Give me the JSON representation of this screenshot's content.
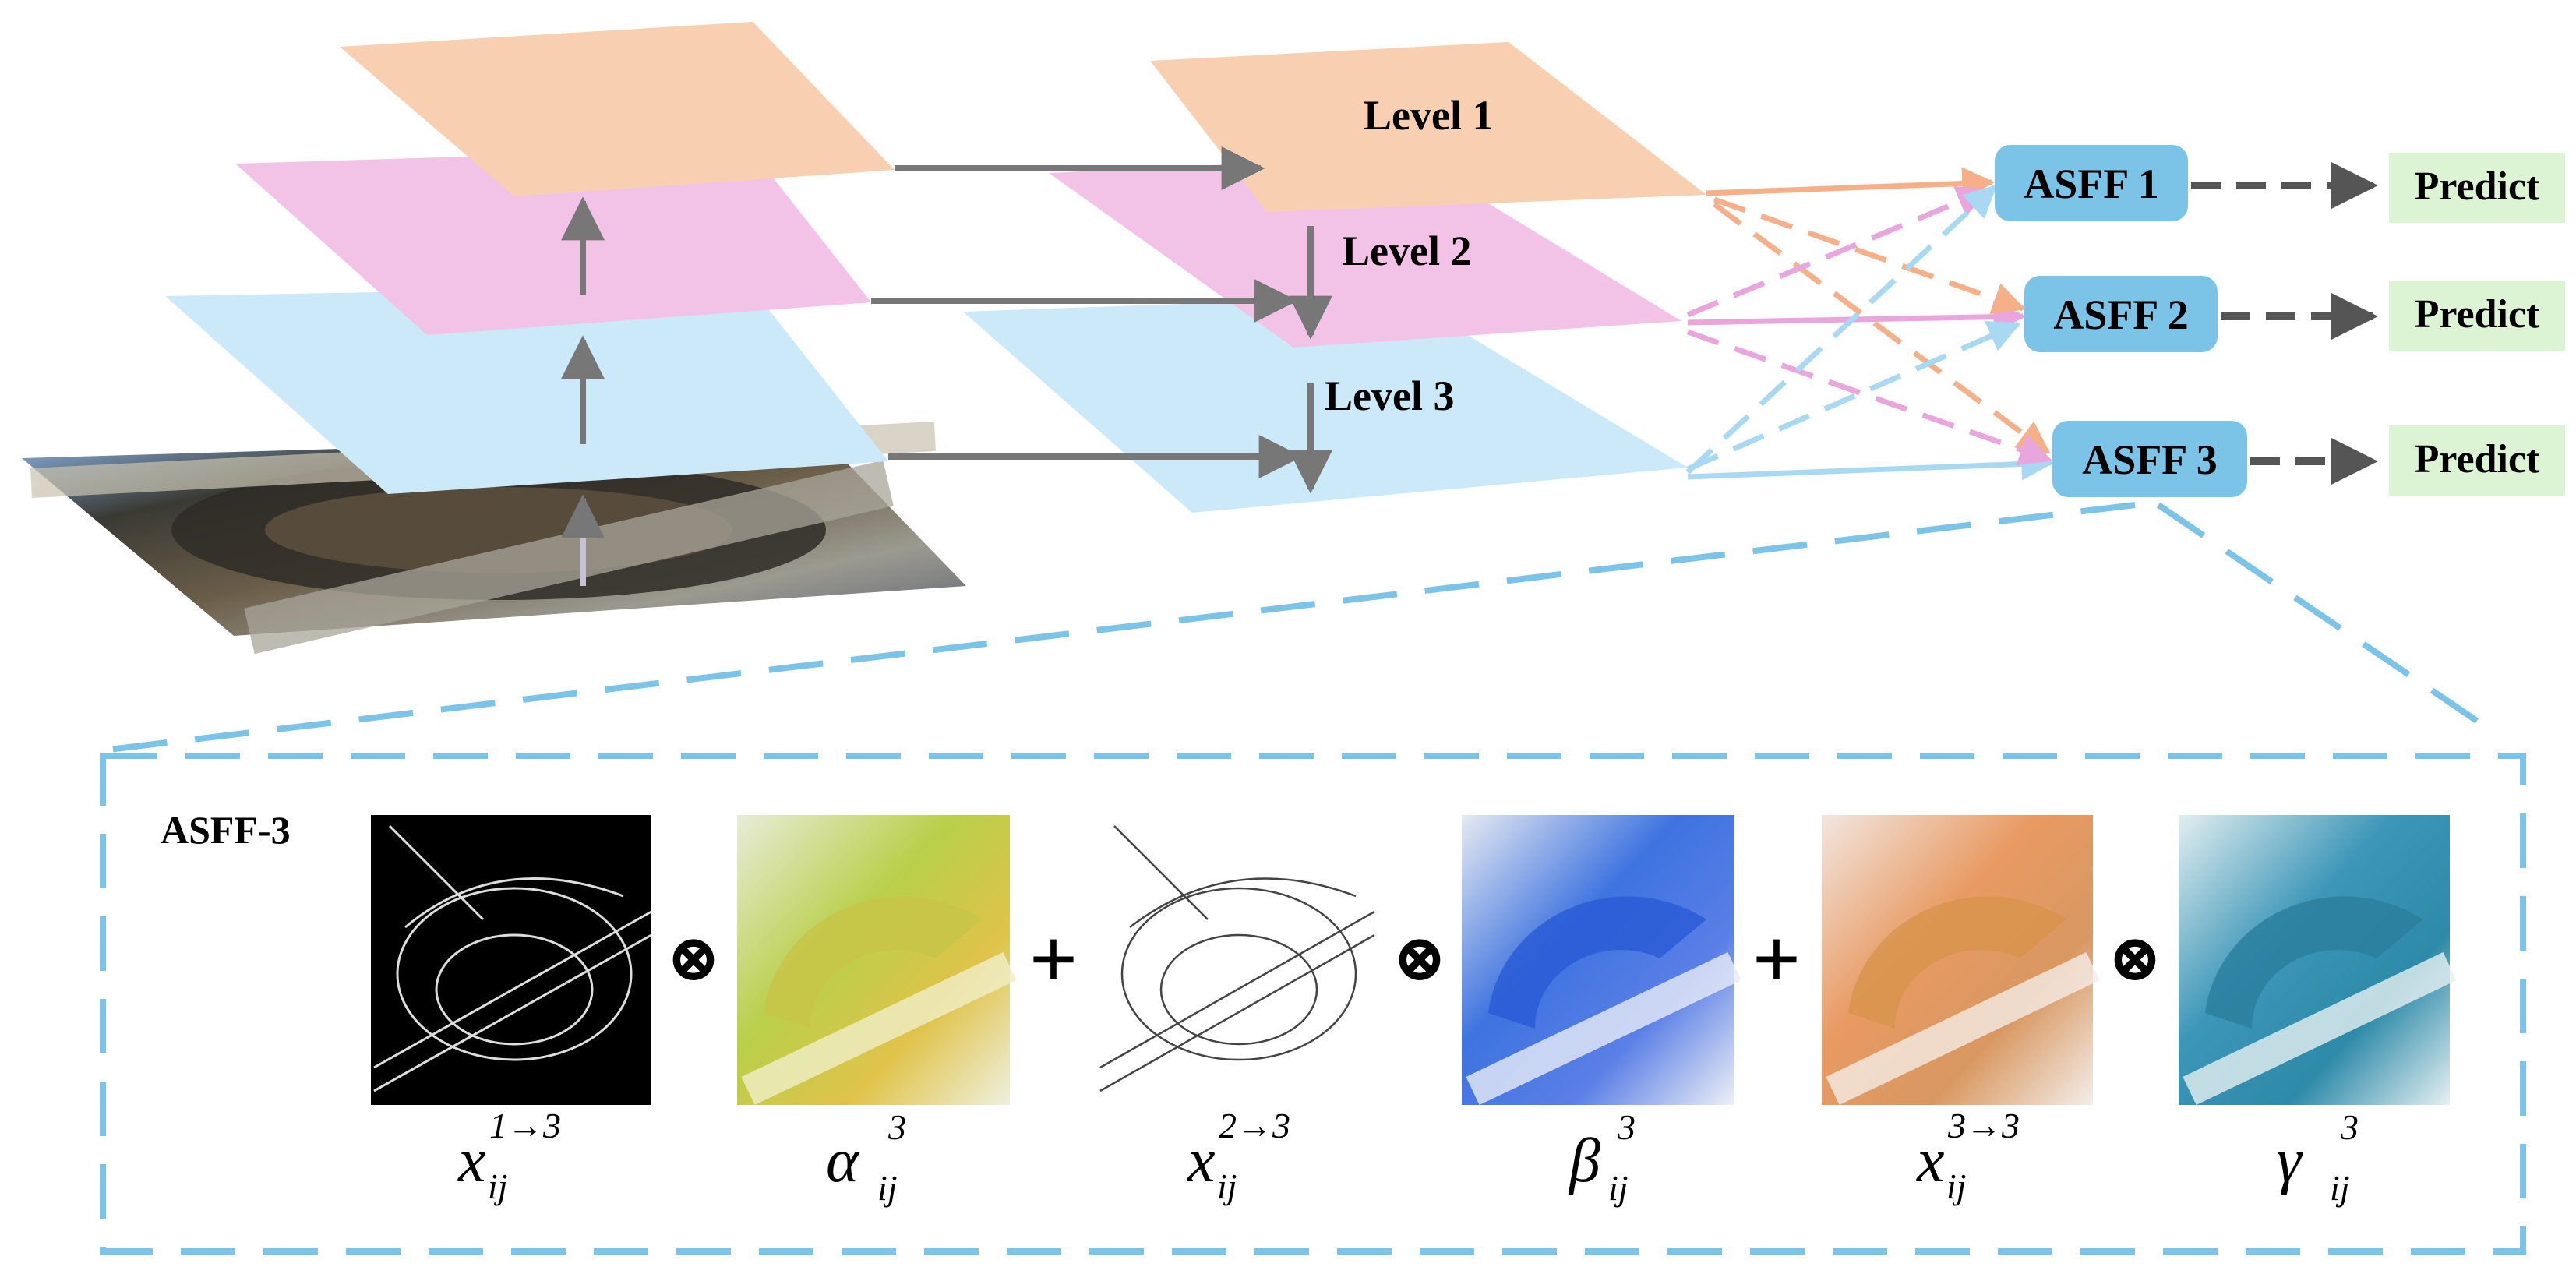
{
  "colors": {
    "level1": "#f9cfb2",
    "level2": "#f2c3e6",
    "level3": "#cce9f9",
    "asff_box": "#7cc3e8",
    "predict_box": "#dcf3d4",
    "arrow_gray": "#777777",
    "dash_gray": "#555555",
    "dash_blue": "#7cc3e8"
  },
  "levels": [
    {
      "label": "Level 1"
    },
    {
      "label": "Level 2"
    },
    {
      "label": "Level 3"
    }
  ],
  "asff": [
    {
      "label": "ASFF 1",
      "output": "Predict"
    },
    {
      "label": "ASFF 2",
      "output": "Predict"
    },
    {
      "label": "ASFF 3",
      "output": "Predict"
    }
  ],
  "detail": {
    "title": "ASFF-3",
    "terms": [
      {
        "base": "x",
        "sub": "ij",
        "sup": "1→3",
        "image": "edge-map-dark"
      },
      {
        "base": "α",
        "sub": "ij",
        "sup": "3",
        "image": "weight-map-yellow-green"
      },
      {
        "base": "x",
        "sub": "ij",
        "sup": "2→3",
        "image": "edge-map-light"
      },
      {
        "base": "β",
        "sub": "ij",
        "sup": "3",
        "image": "weight-map-blue"
      },
      {
        "base": "x",
        "sub": "ij",
        "sup": "3→3",
        "image": "weight-map-orange"
      },
      {
        "base": "γ",
        "sub": "ij",
        "sup": "3",
        "image": "weight-map-teal"
      }
    ],
    "operators": [
      "⊗",
      "+",
      "⊗",
      "+",
      "⊗"
    ]
  }
}
